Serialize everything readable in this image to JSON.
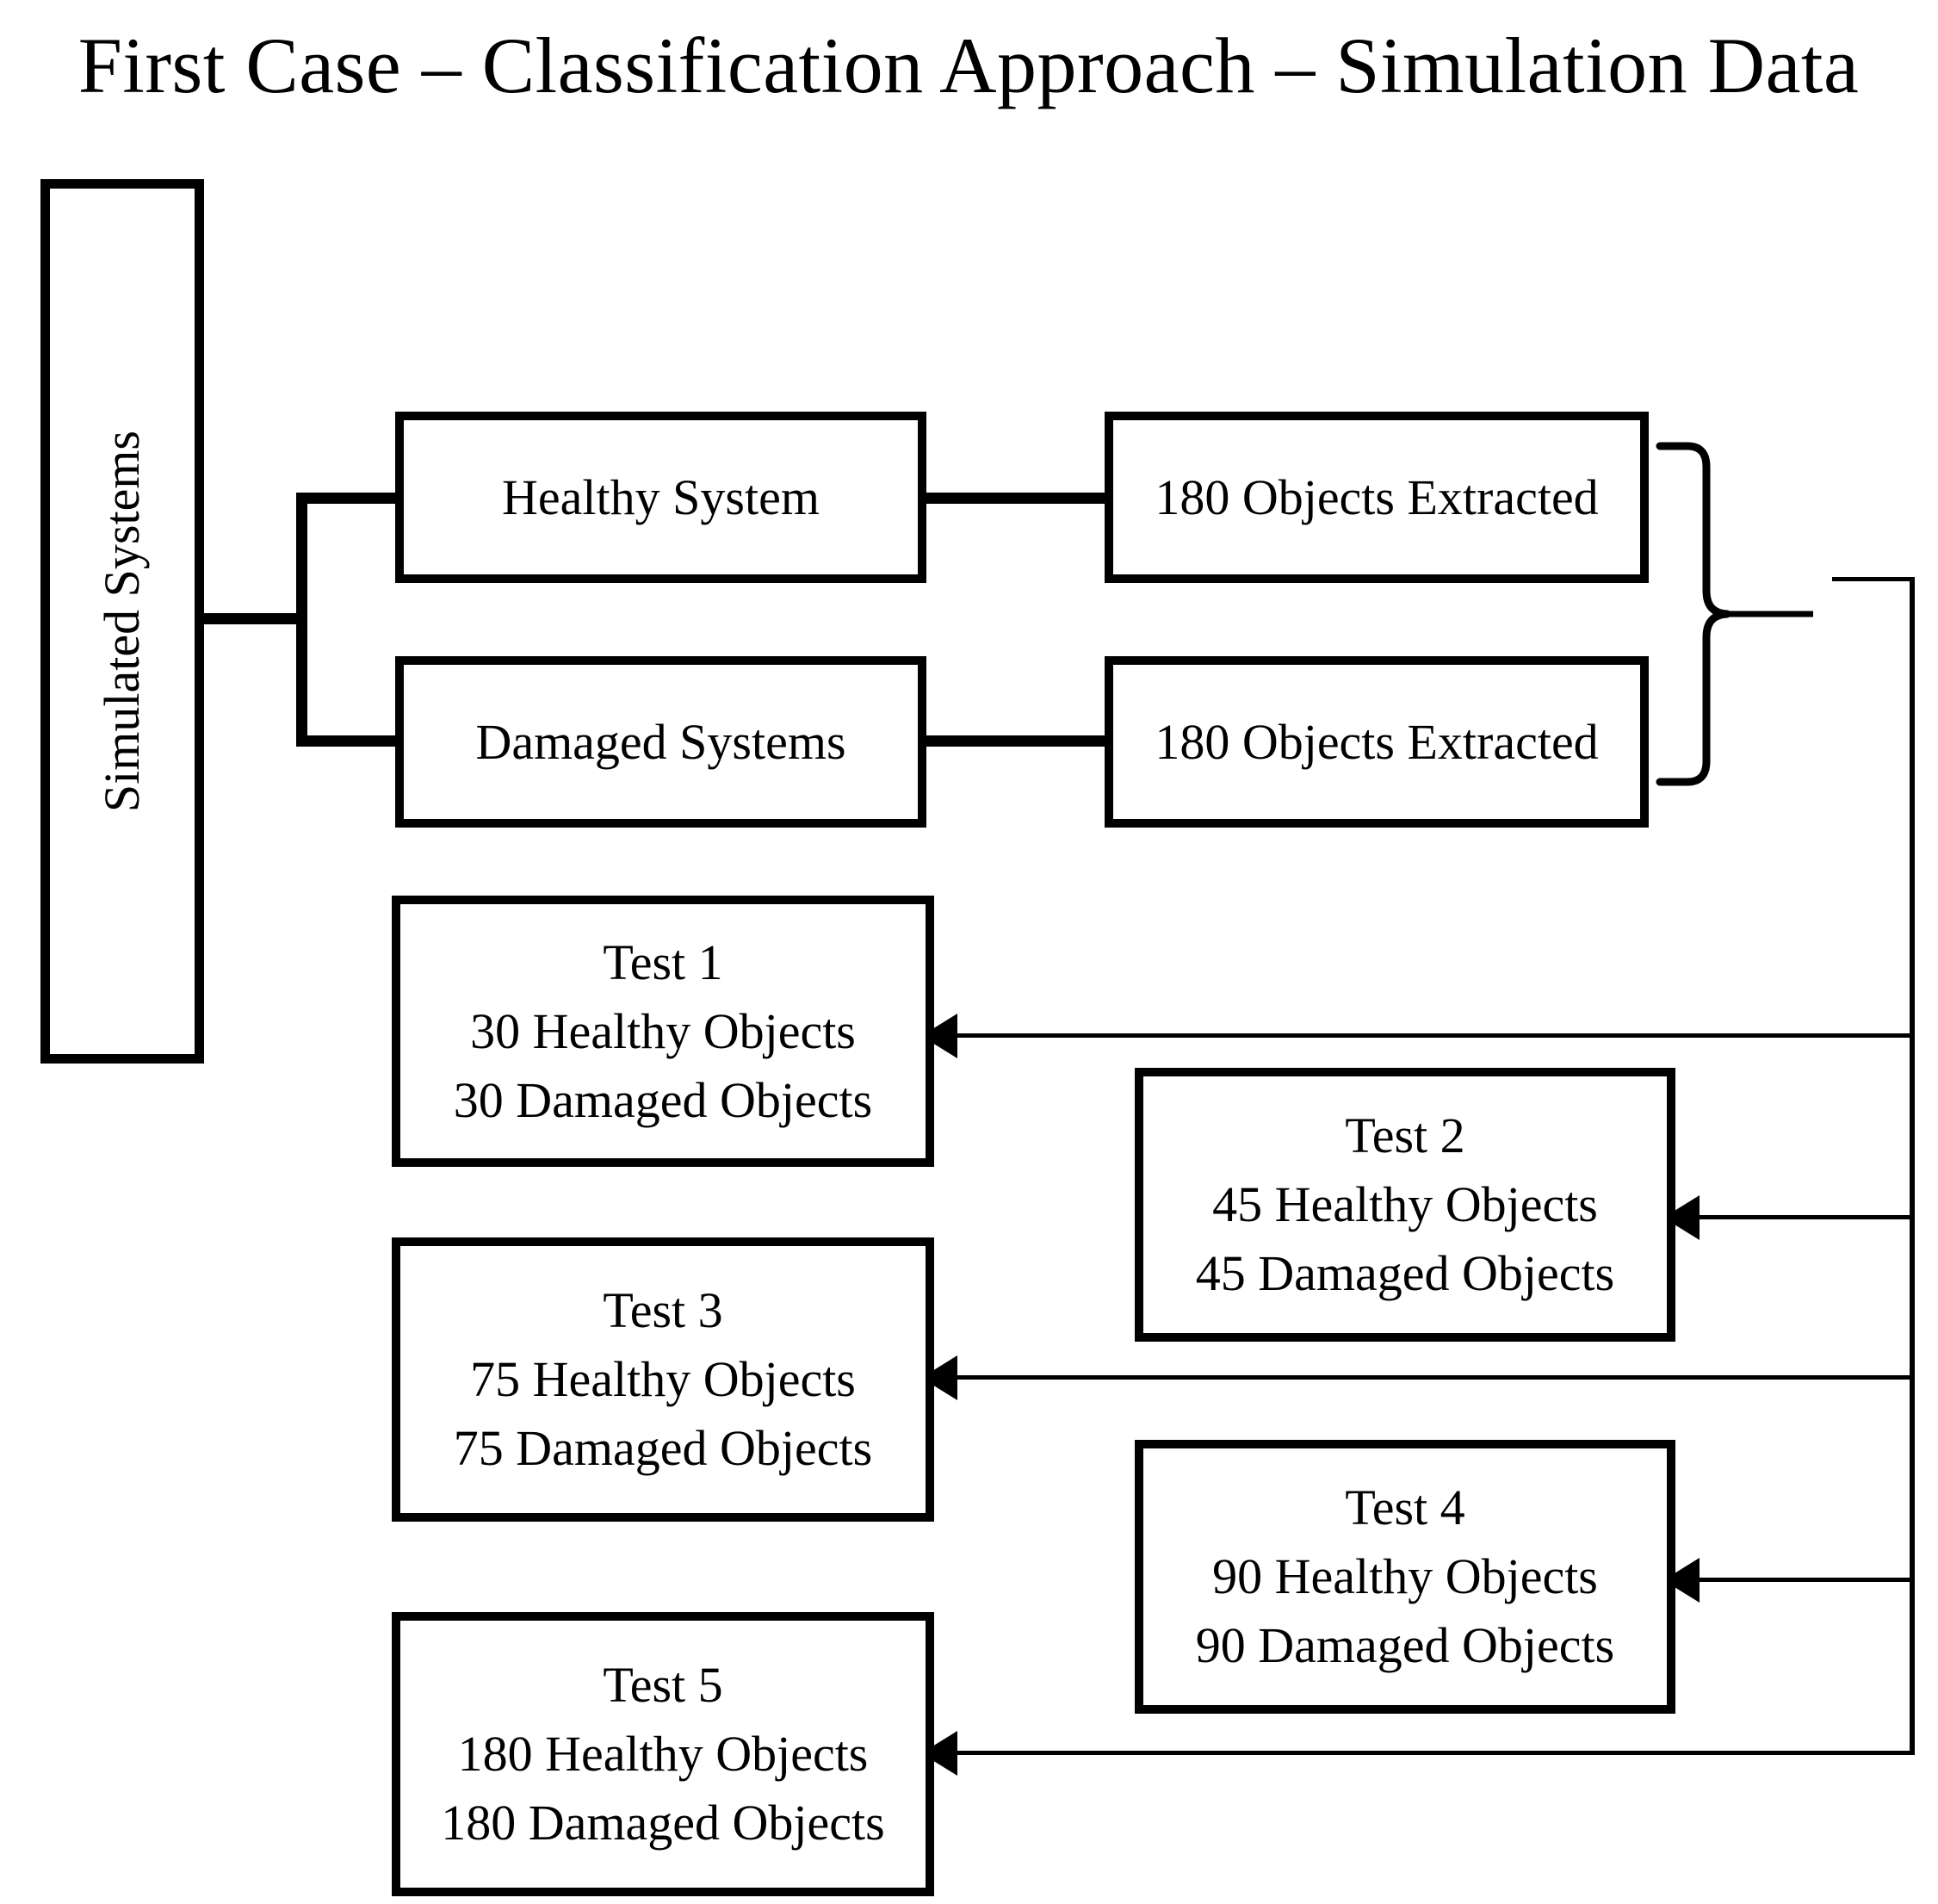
{
  "title": "First Case – Classification Approach – Simulation Data",
  "colors": {
    "stroke": "#000000",
    "background": "#ffffff",
    "text": "#000000"
  },
  "nodes": {
    "source": {
      "id": "simulated-systems",
      "label": "Simulated Systems",
      "orientation": "vertical"
    },
    "classes": [
      {
        "id": "healthy-system",
        "label": "Healthy System"
      },
      {
        "id": "damaged-systems",
        "label": "Damaged Systems"
      }
    ],
    "extractions": [
      {
        "id": "objects-extracted-healthy",
        "label": "180 Objects Extracted",
        "count": 180
      },
      {
        "id": "objects-extracted-damaged",
        "label": "180 Objects Extracted",
        "count": 180
      }
    ],
    "tests": [
      {
        "id": "test-1",
        "name": "Test 1",
        "healthy_label": "30 Healthy Objects",
        "damaged_label": "30 Damaged Objects",
        "healthy": 30,
        "damaged": 30
      },
      {
        "id": "test-2",
        "name": "Test 2",
        "healthy_label": "45 Healthy Objects",
        "damaged_label": "45 Damaged Objects",
        "healthy": 45,
        "damaged": 45
      },
      {
        "id": "test-3",
        "name": "Test 3",
        "healthy_label": "75 Healthy Objects",
        "damaged_label": "75 Damaged Objects",
        "healthy": 75,
        "damaged": 75
      },
      {
        "id": "test-4",
        "name": "Test 4",
        "healthy_label": "90 Healthy Objects",
        "damaged_label": "90 Damaged Objects",
        "healthy": 90,
        "damaged": 90
      },
      {
        "id": "test-5",
        "name": "Test 5",
        "healthy_label": "180 Healthy Objects",
        "damaged_label": "180 Damaged Objects",
        "healthy": 180,
        "damaged": 180
      }
    ]
  },
  "connectors": {
    "brace_name": "right-curly-brace",
    "bus_name": "distribution-bus-line",
    "arrow_name": "arrowhead-left"
  }
}
